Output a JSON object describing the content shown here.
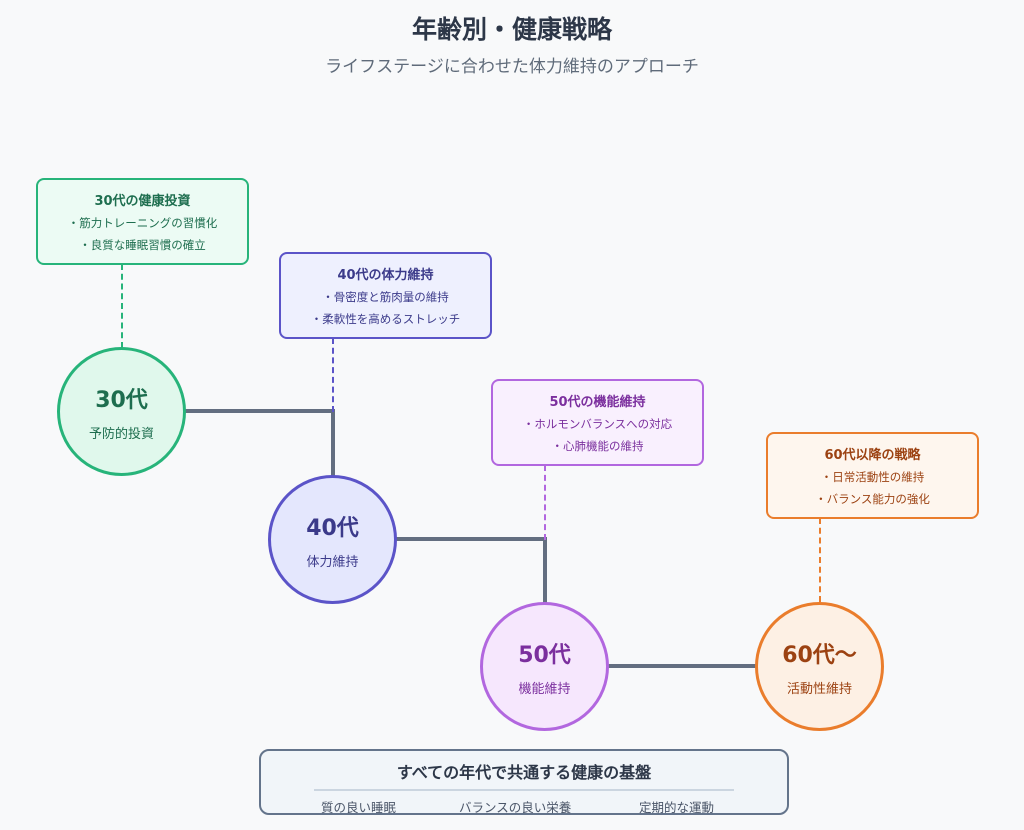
{
  "header": {
    "title": "年齢別・健康戦略",
    "subtitle": "ライフステージに合わせた体力維持のアプローチ"
  },
  "stages": [
    {
      "age": "30代",
      "label": "予防的投資",
      "card_title": "30代の健康投資",
      "items": [
        "・筋力トレーニングの習慣化",
        "・良質な睡眠習慣の確立"
      ],
      "colors": {
        "accent": "#27b47a",
        "fill": "#e0f8ec",
        "text": "#1e6e4f",
        "card_bg": "#ecfbf4"
      }
    },
    {
      "age": "40代",
      "label": "体力維持",
      "card_title": "40代の体力維持",
      "items": [
        "・骨密度と筋肉量の維持",
        "・柔軟性を高めるストレッチ"
      ],
      "colors": {
        "accent": "#5b54c8",
        "fill": "#e4e7fd",
        "text": "#3b3a8a",
        "card_bg": "#eef0fe"
      }
    },
    {
      "age": "50代",
      "label": "機能維持",
      "card_title": "50代の機能維持",
      "items": [
        "・ホルモンバランスへの対応",
        "・心肺機能の維持"
      ],
      "colors": {
        "accent": "#b267df",
        "fill": "#f6e7fd",
        "text": "#7b2f9e",
        "card_bg": "#f9f0fe"
      }
    },
    {
      "age": "60代〜",
      "label": "活動性維持",
      "card_title": "60代以降の戦略",
      "items": [
        "・日常活動性の維持",
        "・バランス能力の強化"
      ],
      "colors": {
        "accent": "#ea7d2c",
        "fill": "#fdf0e4",
        "text": "#9c4212",
        "card_bg": "#fef6ee"
      }
    }
  ],
  "footer": {
    "title": "すべての年代で共通する健康の基盤",
    "items": [
      "質の良い睡眠",
      "バランスの良い栄養",
      "定期的な運動"
    ]
  },
  "colors": {
    "connector": "#636e80",
    "title": "#2d3748",
    "footer_border": "#64748b"
  }
}
